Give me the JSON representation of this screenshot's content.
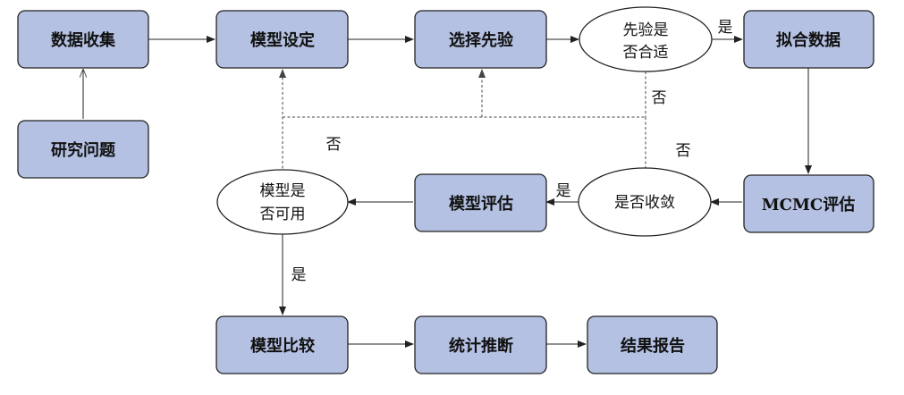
{
  "nodes": {
    "data_collection": "数据收集",
    "research_question": "研究问题",
    "model_setup": "模型设定",
    "select_prior": "选择先验",
    "prior_ok_line1": "先验是",
    "prior_ok_line2": "否合适",
    "fit_data": "拟合数据",
    "mcmc_eval": "MCMC评估",
    "converged": "是否收敛",
    "model_eval": "模型评估",
    "model_ok_line1": "模型是",
    "model_ok_line2": "否可用",
    "model_compare": "模型比较",
    "stat_inference": "统计推断",
    "result_report": "结果报告"
  },
  "labels": {
    "prior_yes": "是",
    "prior_no": "否",
    "converge_yes": "是",
    "converge_no": "否",
    "model_no": "否",
    "model_yes": "是"
  }
}
